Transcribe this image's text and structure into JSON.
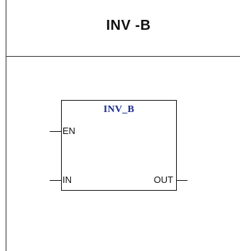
{
  "header": {
    "title": "INV -B"
  },
  "block": {
    "name": "INV_B",
    "inputs": [
      {
        "label": "EN"
      },
      {
        "label": "IN"
      }
    ],
    "outputs": [
      {
        "label": "OUT"
      }
    ],
    "title_color": "#1a2c8c"
  }
}
